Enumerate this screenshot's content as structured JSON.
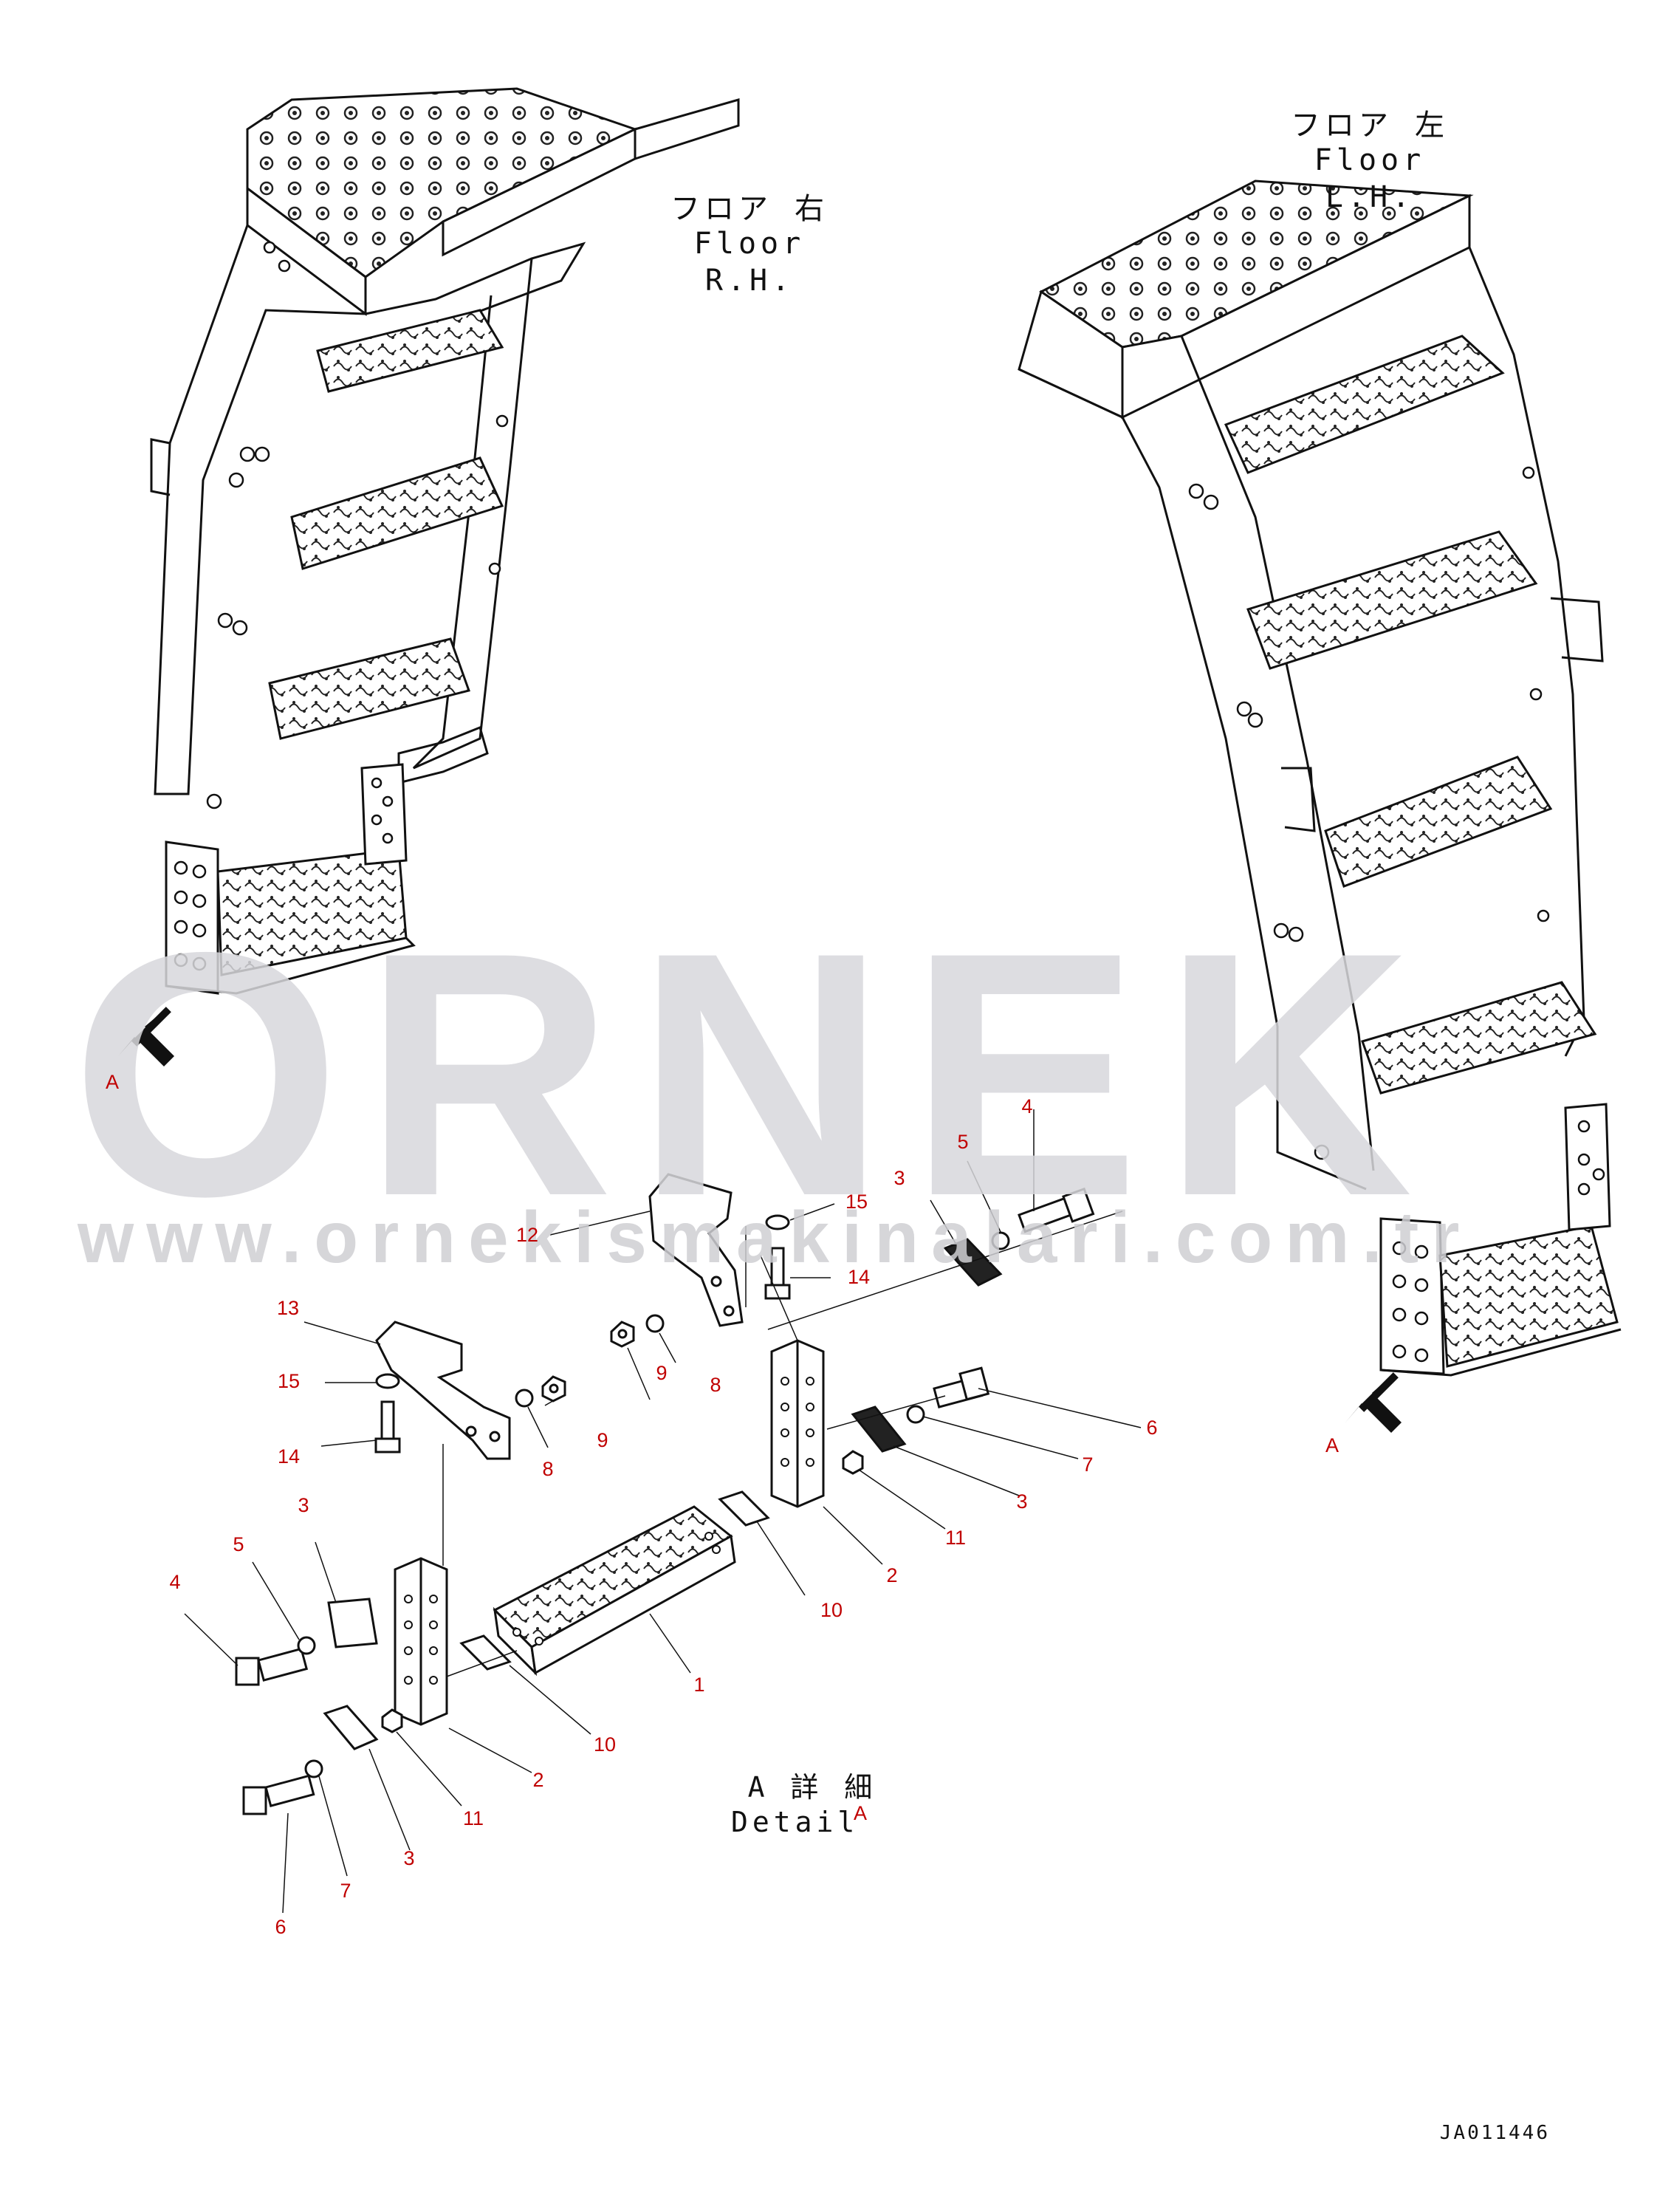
{
  "labels": {
    "floor_rh_jp": "フロア 右",
    "floor_rh_en": "Floor R.H.",
    "floor_lh_jp": "フロア 左",
    "floor_lh_en": "Floor L.H.",
    "detail_jp": "A 詳 細",
    "detail_en": "Detail",
    "detail_letter": "A",
    "view_marker_left": "A",
    "view_marker_right": "A",
    "drawing_code": "JA011446"
  },
  "watermark": {
    "brand": "ORNEK",
    "url": "www.ornekismakinalari.com.tr"
  },
  "callouts": [
    {
      "id": "c1",
      "text": "1"
    },
    {
      "id": "c2a",
      "text": "2"
    },
    {
      "id": "c2b",
      "text": "2"
    },
    {
      "id": "c3a",
      "text": "3"
    },
    {
      "id": "c3b",
      "text": "3"
    },
    {
      "id": "c3c",
      "text": "3"
    },
    {
      "id": "c3d",
      "text": "3"
    },
    {
      "id": "c4a",
      "text": "4"
    },
    {
      "id": "c4b",
      "text": "4"
    },
    {
      "id": "c5a",
      "text": "5"
    },
    {
      "id": "c5b",
      "text": "5"
    },
    {
      "id": "c6a",
      "text": "6"
    },
    {
      "id": "c6b",
      "text": "6"
    },
    {
      "id": "c7a",
      "text": "7"
    },
    {
      "id": "c7b",
      "text": "7"
    },
    {
      "id": "c8a",
      "text": "8"
    },
    {
      "id": "c8b",
      "text": "8"
    },
    {
      "id": "c9a",
      "text": "9"
    },
    {
      "id": "c9b",
      "text": "9"
    },
    {
      "id": "c10a",
      "text": "10"
    },
    {
      "id": "c10b",
      "text": "10"
    },
    {
      "id": "c11a",
      "text": "11"
    },
    {
      "id": "c11b",
      "text": "11"
    },
    {
      "id": "c12",
      "text": "12"
    },
    {
      "id": "c13",
      "text": "13"
    },
    {
      "id": "c14a",
      "text": "14"
    },
    {
      "id": "c14b",
      "text": "14"
    },
    {
      "id": "c15a",
      "text": "15"
    },
    {
      "id": "c15b",
      "text": "15"
    }
  ],
  "colors": {
    "line": "#111111",
    "callout": "#c00000",
    "watermark": "#d8d8dc",
    "marker": "#000000"
  }
}
